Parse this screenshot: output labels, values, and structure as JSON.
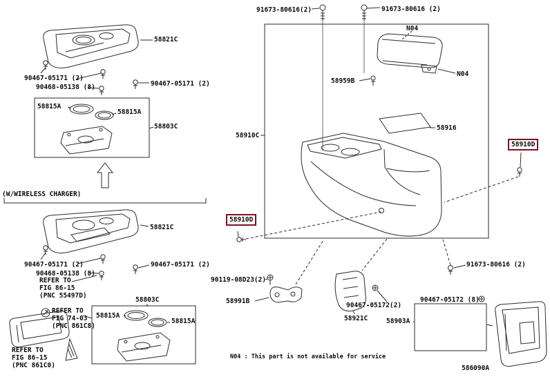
{
  "colors": {
    "background": "#ffffff",
    "line": "#2a2a2a",
    "text": "#0a0a0a",
    "highlight_border": "#7a1022"
  },
  "figure_code": "586090A",
  "footnote": "N04 : This part is not available for service",
  "wireless_caption": "(W/WIRELESS CHARGER)",
  "upper_assembly": {
    "panel": "58821C",
    "clip_a": "90467-05171 (2)",
    "clip_b": "90468-05138 (8)",
    "clip_c": "90467-05171 (2)",
    "ring_left": "58815A",
    "ring_right": "58815A",
    "box": "58803C"
  },
  "wireless_assembly": {
    "panel": "58821C",
    "clip_a": "90467-05171 (2)",
    "clip_b": "90468-05138 (8)",
    "clip_c": "90467-05171 (2)",
    "refer_tray": "REFER TO\nFIG 86-15\n(PNC 55497D)",
    "box": "58803C",
    "ring_left": "58815A",
    "ring_right": "58815A",
    "refer_mat": "REFER TO\nFIG 74-03\n(PNC 861C8)",
    "refer_charger": "REFER TO\nFIG 86-15\n(PNC 861C0)"
  },
  "console_assembly": {
    "bolt_left": "91673-80616(2)",
    "bolt_right": "91673-80616 (2)",
    "n04_lid": "N04",
    "n04_hinge": "N04",
    "hinge_pin": "58959B",
    "mat": "58916",
    "assembly": "58910C",
    "clip_highlight_right": "58910D",
    "clip_highlight_left": "58910D"
  },
  "lower_parts": {
    "bolt": "90119-08D23(2)",
    "bracket": "58991B",
    "screws_2": "90467-05172(2)",
    "carrier": "58921C",
    "rear_panel": "58903A",
    "clip": "91673-80616 (2)",
    "screws_8": "90467-05172 (8)"
  }
}
